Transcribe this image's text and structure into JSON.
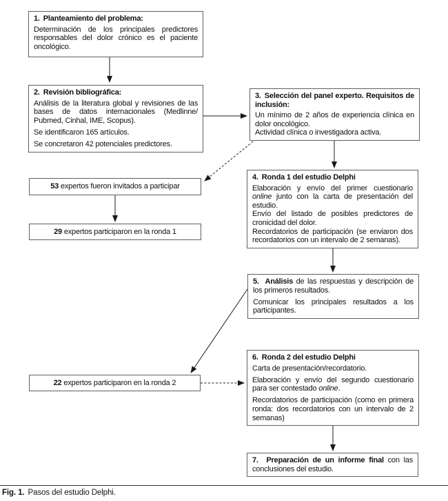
{
  "colors": {
    "background": "#ffffff",
    "box_border": "#5f5f5f",
    "text": "#111111",
    "arrow": "#1a1a1a"
  },
  "boxes": {
    "step1": {
      "num": "1.",
      "title": "Planteamiento del problema:",
      "body": "Determinación de los principales predictores responsables del dolor crónico es el paciente oncológico."
    },
    "step2": {
      "num": "2.",
      "title": "Revisión bibliográfica:",
      "p1": "Análisis de la literatura global y revisiones de las bases de datos internacionales (Medlinne/ Pubmed, Cinhal, IME, Scopus).",
      "p2": "Se identificaron 165 artículos.",
      "p3": "Se concretaron 42 potenciales predictores."
    },
    "step3": {
      "num": "3.",
      "title": "Selección del panel experto. Requisitos de inclusión:",
      "p1": "Un mínimo de 2 años de experiencia clínica en dolor oncológico.",
      "p2": "Actividad clínica o investigadora activa."
    },
    "experts_invited": {
      "num": "53",
      "text": " expertos fueron invitados a participar"
    },
    "experts_round1": {
      "num": "29",
      "text": " expertos participaron en la ronda 1"
    },
    "step4": {
      "num": "4.",
      "title": "Ronda 1 del estudio Delphi",
      "p1a": "Elaboración y envío del primer cuestionario ",
      "p1b": "online",
      "p1c": " junto con la carta de presentación del estudio.",
      "p2": "Envío del listado de posibles predictores de cronicidad del dolor.",
      "p3": "Recordatorios de participación (se enviaron dos recordatorios con un intervalo de 2 semanas)."
    },
    "step5": {
      "lead": "5.  Análisis",
      "rest": " de las respuestas y descripción de los primeros resultados.",
      "p2": "Comunicar los principales resultados a los participantes."
    },
    "experts_round2": {
      "num": "22",
      "text": " expertos participaron en la ronda 2"
    },
    "step6": {
      "num": "6.",
      "title": "Ronda 2 del estudio Delphi",
      "p1": "Carta de presentación/recordatorio.",
      "p2a": "Elaboración y envío del segundo cuestionario para ser contestado ",
      "p2b": "online",
      "p2c": ".",
      "p3": "Recordatorios de participación (como en primera ronda: dos recordatorios con un intervalo de 2 semanas)"
    },
    "step7": {
      "lead": "7.  Preparación de un informe final",
      "rest": " con las conclusiones del estudio."
    }
  },
  "caption": {
    "label": "Fig. 1.",
    "text": "Pasos del estudio Delphi."
  }
}
